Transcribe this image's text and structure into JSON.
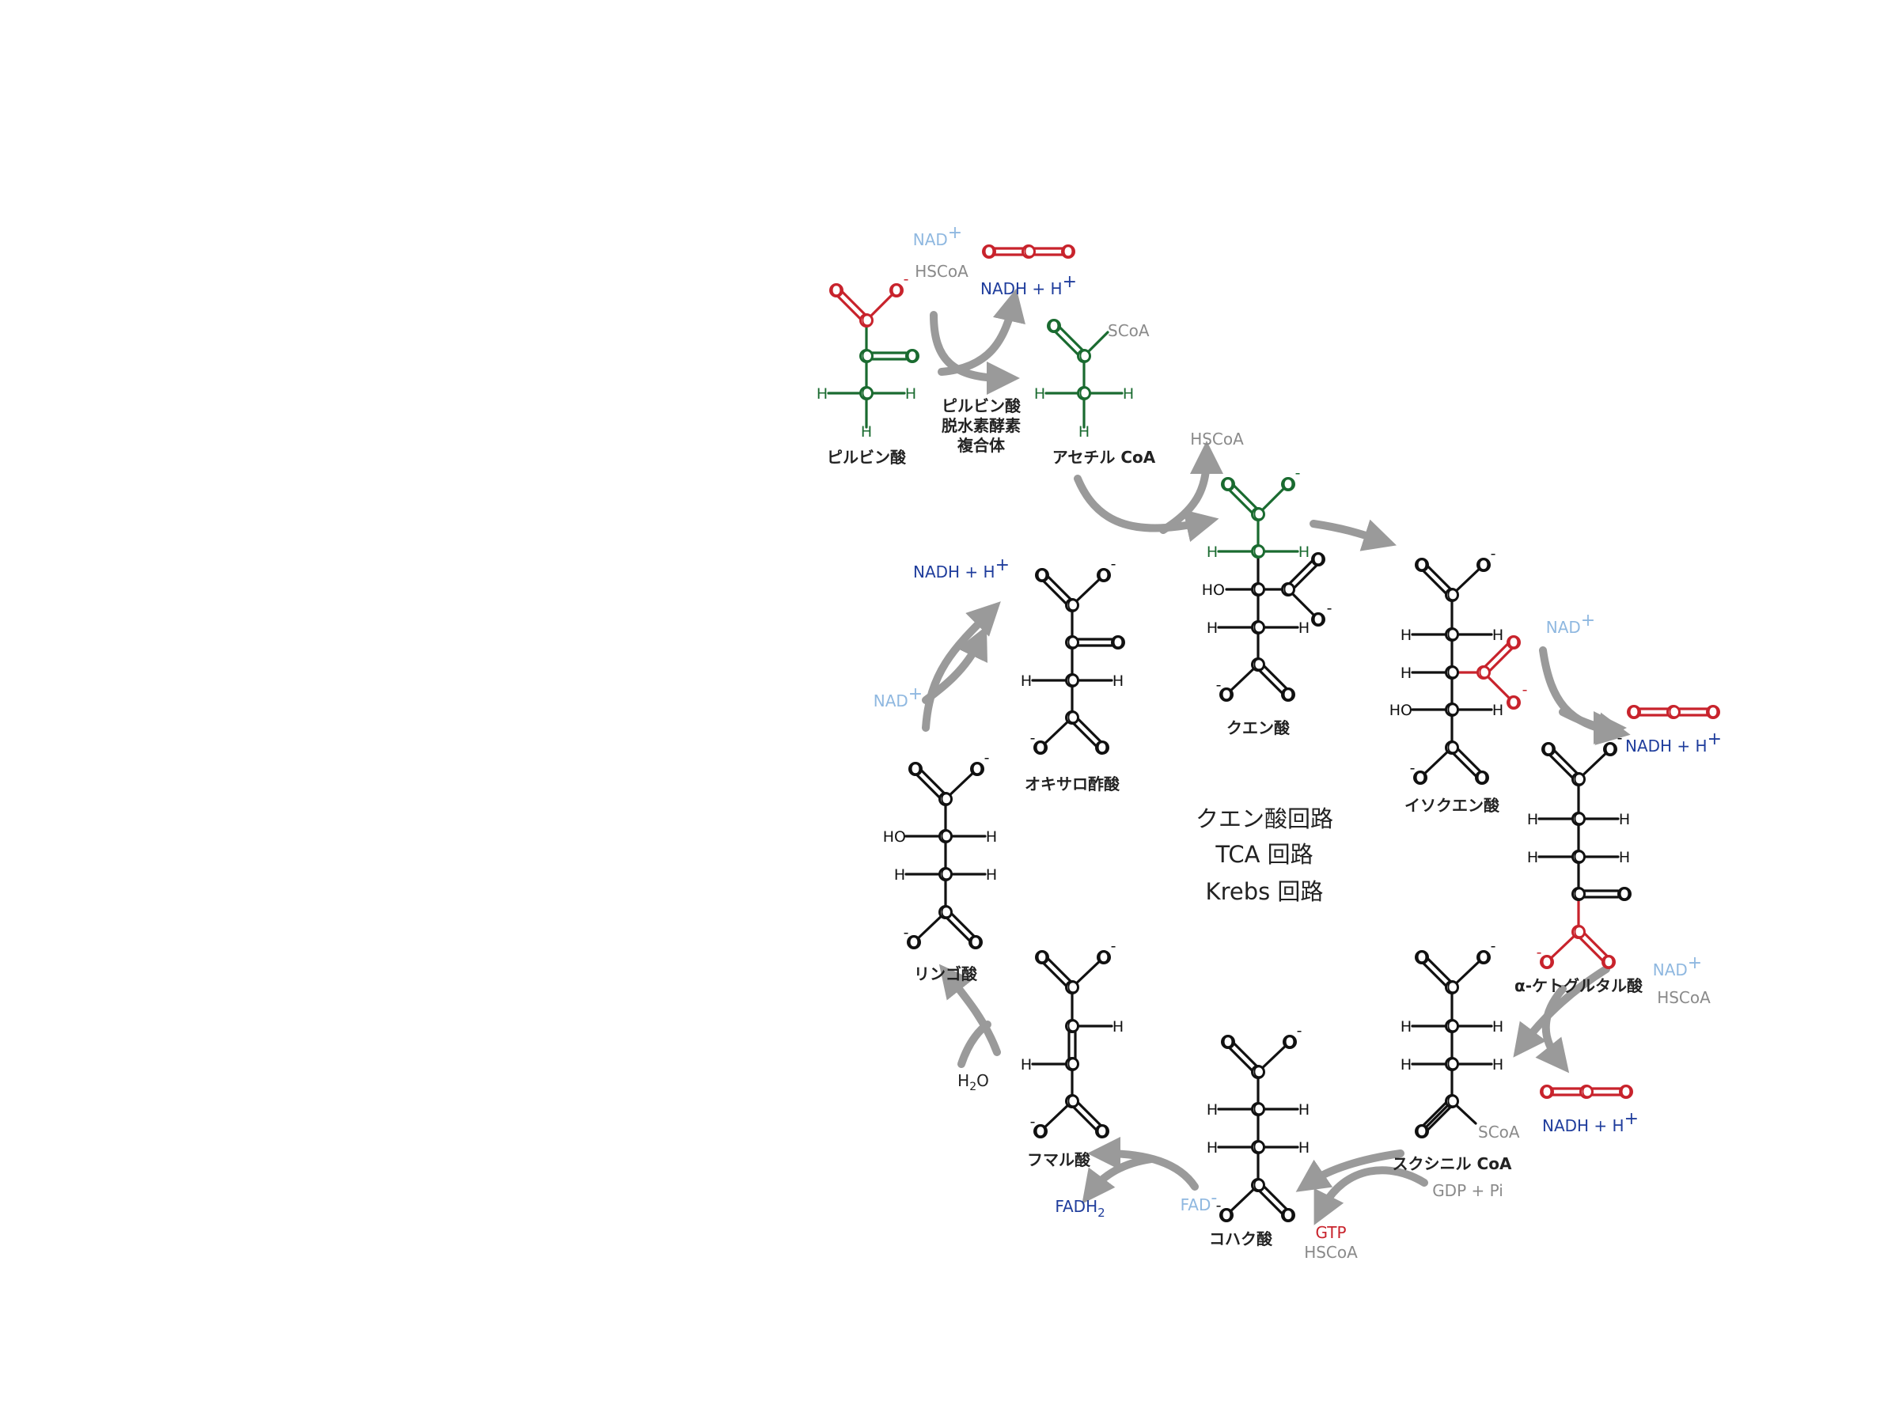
{
  "colors": {
    "black": "#111111",
    "green": "#1a6b30",
    "red": "#c8232c",
    "nadh": "#1f3d9c",
    "nad": "#8fb8e0",
    "gray": "#8a8a8a",
    "arrow": "#9a9a9a"
  },
  "atoms": {
    "C": "C",
    "O": "O",
    "H": "H",
    "HO": "HO",
    "minus": "-",
    "plus": "+"
  },
  "center": {
    "line1": "クエン酸回路",
    "line2": "TCA 回路",
    "line3": "Krebs 回路"
  },
  "compounds": {
    "pyruvate": "ピルビン酸",
    "acetyl_coa": "アセチル CoA",
    "citrate": "クエン酸",
    "isocitrate": "イソクエン酸",
    "akg": "α-ケトグルタル酸",
    "succinyl_coa": "スクシニル CoA",
    "succinate": "コハク酸",
    "fumarate": "フマル酸",
    "malate": "リンゴ酸",
    "oxaloacetate": "オキサロ酢酸"
  },
  "enzyme": {
    "line1": "ピルビン酸",
    "line2": "脱水素酵素",
    "line3": "複合体"
  },
  "cofactors": {
    "nad": "NAD",
    "nadh": "NADH + H",
    "hscoa": "HSCoA",
    "scoa": "SCoA",
    "gdp_pi": "GDP + Pi",
    "gtp": "GTP",
    "fad": "FAD",
    "fadh2": "FADH",
    "sub2": "2",
    "h2o_h": "H",
    "h2o_o": "O"
  }
}
